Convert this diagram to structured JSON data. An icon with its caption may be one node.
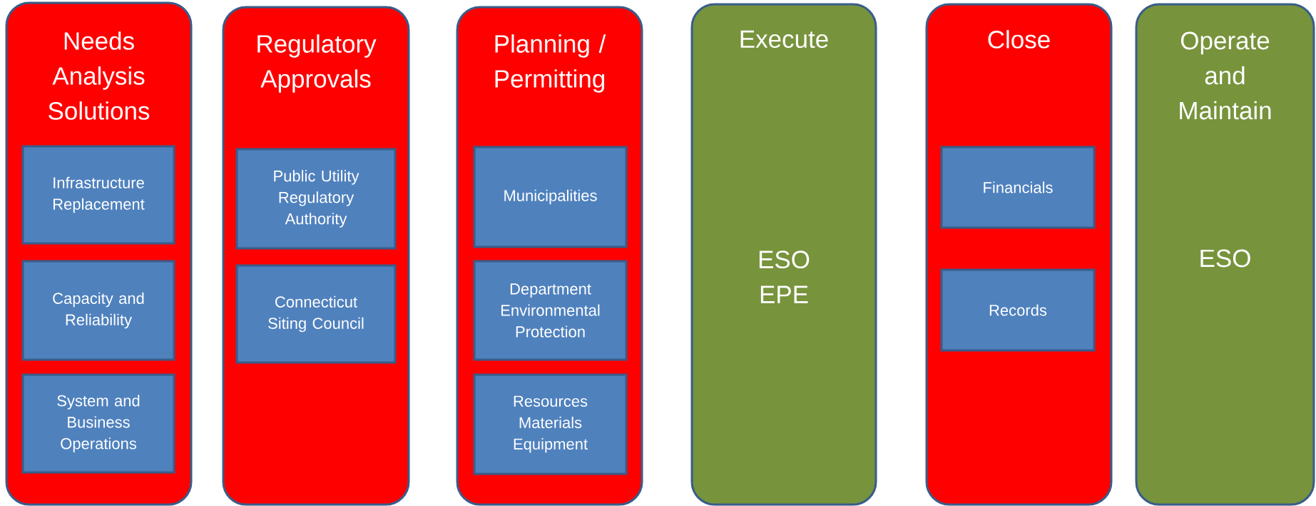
{
  "diagram": {
    "nodes": [
      {
        "text": [
          "Needs Analysis Solutions"
        ]
      },
      {
        "text": [
          "Infrastructure Replacement"
        ],
        "in": 0
      },
      {
        "text": [
          "Capacity and Reliability"
        ],
        "in": 0
      },
      {
        "text": [
          "System and Business Operations"
        ],
        "in": 0
      },
      {
        "text": [
          "Regulatory Approvals"
        ]
      },
      {
        "text": [
          "Public Utility Regulatory Authority"
        ],
        "in": 4
      },
      {
        "text": [
          "Connecticut Siting Council"
        ],
        "in": 4
      },
      {
        "text": [
          "Planning / Permitting"
        ]
      },
      {
        "text": [
          "Municipalities"
        ],
        "in": 7
      },
      {
        "text": [
          "Department Environmental Protection"
        ],
        "in": 7
      },
      {
        "text": [
          "Resources Materials Equipment"
        ],
        "in": 7
      },
      {
        "text": [
          "Execute",
          "ESO EPE"
        ]
      },
      {
        "text": [
          "Close"
        ]
      },
      {
        "text": [
          "Financials"
        ],
        "in": 12
      },
      {
        "text": [
          "Records"
        ],
        "in": 12
      },
      {
        "text": [
          "Operate and Maintain",
          "ESO"
        ]
      }
    ],
    "edges": []
  }
}
